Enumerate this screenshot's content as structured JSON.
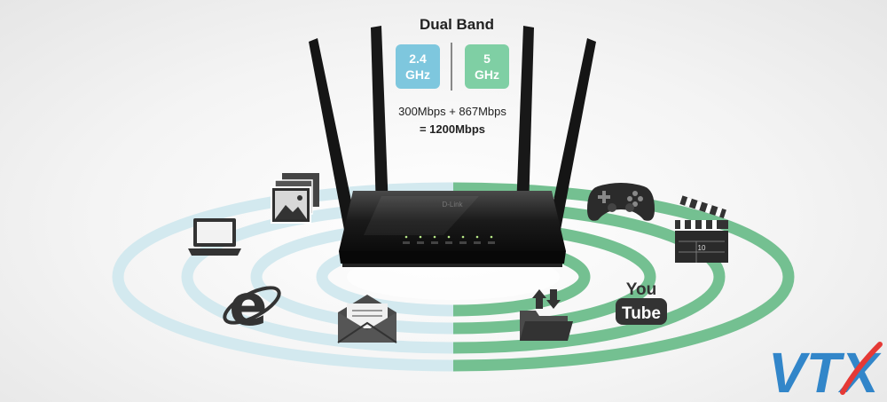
{
  "title": "Dual Band",
  "bands": [
    {
      "label": "2.4\nGHz",
      "color": "#7ec7de"
    },
    {
      "label": "5\nGHz",
      "color": "#7fcfa4"
    }
  ],
  "speed": {
    "line1": "300Mbps + 867Mbps",
    "line2": "= 1200Mbps"
  },
  "router": {
    "brand": "D-Link"
  },
  "youtube": {
    "line1": "You",
    "line2": "Tube"
  },
  "clapper": {
    "number": "10"
  },
  "watermark": {
    "text": "VTX",
    "colors": [
      "#1e7bc6",
      "#e53935"
    ]
  },
  "colors": {
    "left_rings": "#cfe8ef",
    "right_rings": "#6fbf8f"
  },
  "icons": [
    "laptop-icon",
    "photo-gallery-icon",
    "internet-explorer-icon",
    "email-envelope-icon",
    "gamepad-icon",
    "film-clapper-icon",
    "youtube-icon",
    "folder-transfer-icon"
  ]
}
